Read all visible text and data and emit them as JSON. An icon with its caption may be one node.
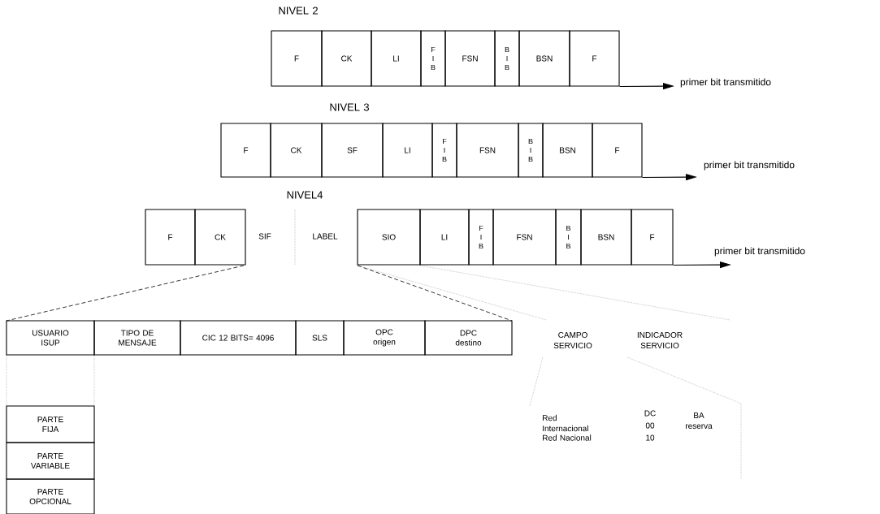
{
  "diagram": {
    "nodes": [
      {
        "text": [
          "F"
        ]
      },
      {
        "text": [
          "CK"
        ]
      },
      {
        "text": [
          "LI"
        ]
      },
      {
        "text": [
          "F I B"
        ]
      },
      {
        "text": [
          "FSN"
        ]
      },
      {
        "text": [
          "B I B"
        ]
      },
      {
        "text": [
          "BSN"
        ]
      },
      {
        "text": [
          "F"
        ]
      },
      {
        "text": [
          "F"
        ]
      },
      {
        "text": [
          "CK"
        ]
      },
      {
        "text": [
          "SF"
        ]
      },
      {
        "text": [
          "LI"
        ]
      },
      {
        "text": [
          "F I B"
        ]
      },
      {
        "text": [
          "FSN"
        ]
      },
      {
        "text": [
          "B I B"
        ]
      },
      {
        "text": [
          "BSN"
        ]
      },
      {
        "text": [
          "F"
        ]
      },
      {
        "text": [
          "F"
        ]
      },
      {
        "text": [
          "CK"
        ]
      },
      {
        "text": [
          "SIO"
        ]
      },
      {
        "text": [
          "LI"
        ]
      },
      {
        "text": [
          "F I B"
        ]
      },
      {
        "text": [
          "FSN"
        ]
      },
      {
        "text": [
          "B I B"
        ]
      },
      {
        "text": [
          "BSN"
        ]
      },
      {
        "text": [
          "F"
        ]
      },
      {
        "text": [
          "USUARIO ISUP"
        ]
      },
      {
        "text": [
          "TIPO DE MENSAJE"
        ]
      },
      {
        "text": [
          "CIC 12 BITS= 4096"
        ]
      },
      {
        "text": [
          "SLS"
        ]
      },
      {
        "text": [
          "OPC origen"
        ]
      },
      {
        "text": [
          "DPC destino"
        ]
      },
      {
        "text": [
          "PARTE FIJA"
        ]
      },
      {
        "text": [
          "PARTE VARIABLE"
        ]
      },
      {
        "text": [
          "PARTE OPCIONAL"
        ]
      }
    ],
    "edges": [
      {
        "from": 7,
        "to": null,
        "arrow": "to",
        "label": "primer bit transmitido"
      },
      {
        "from": 16,
        "to": null,
        "arrow": "to",
        "label": "primer bit transmitido"
      },
      {
        "from": 25,
        "to": null,
        "arrow": "to",
        "label": "primer bit transmitido"
      }
    ],
    "labels": [
      "NIVEL 2",
      "NIVEL 3",
      "NIVEL4",
      "SIF",
      "LABEL",
      "CAMPO SERVICIO",
      "INDICADOR SERVICIO",
      "Red Internacional",
      "DC",
      "00",
      "BA reserva",
      "Red Nacional",
      "10"
    ]
  }
}
